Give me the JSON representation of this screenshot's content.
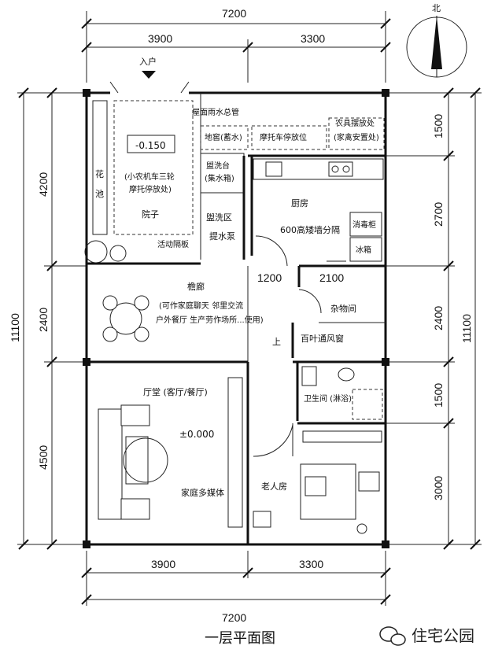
{
  "north": "北",
  "plan_title": "一层平面图",
  "watermark": "住宅公园",
  "entrance": "入户",
  "dims": {
    "top_total": "7200",
    "top_left": "3900",
    "top_right": "3300",
    "bottom_left": "3900",
    "bottom_right": "3300",
    "bottom_total": "7200",
    "left_total": "11100",
    "left_a": "4200",
    "left_b": "2400",
    "left_c": "4500",
    "right_total": "11100",
    "right_a": "1500",
    "right_b": "2700",
    "right_c": "2400",
    "right_d": "1500",
    "right_e": "3000",
    "mid_a": "1200",
    "mid_b": "2100"
  },
  "rooms": {
    "courtyard_level": "-0.150",
    "courtyard_note_1": "(小农机车三轮",
    "courtyard_note_2": "摩托停放处)",
    "courtyard": "院子",
    "flower_bed_1": "花",
    "flower_bed_2": "池",
    "movable_panel": "活动隔板",
    "drain_pipe": "屋面雨水总管",
    "cellar": "地窖(蓄水)",
    "motorbike": "摩托车停放位",
    "tool_1": "农具摆放处",
    "tool_2": "(家禽安置处)",
    "wash_1": "盥洗台",
    "wash_2": "(集水箱)",
    "wash_zone": "盥洗区",
    "pump": "提水泵",
    "kitchen": "厨房",
    "partition": "600高矮墙分隔",
    "disinfect": "消毒柜",
    "fridge": "冰箱",
    "porch": "檐廊",
    "porch_note_1": "(可作家庭聊天 邻里交流",
    "porch_note_2": "户外餐厅 生产劳作场所...使用)",
    "storage": "杂物间",
    "up": "上",
    "louver": "百叶通风窗",
    "bath": "卫生间 (淋浴)",
    "hall": "厅堂 (客厅/餐厅)",
    "floor_level": "±0.000",
    "media": "家庭多媒体",
    "elder": "老人房"
  }
}
